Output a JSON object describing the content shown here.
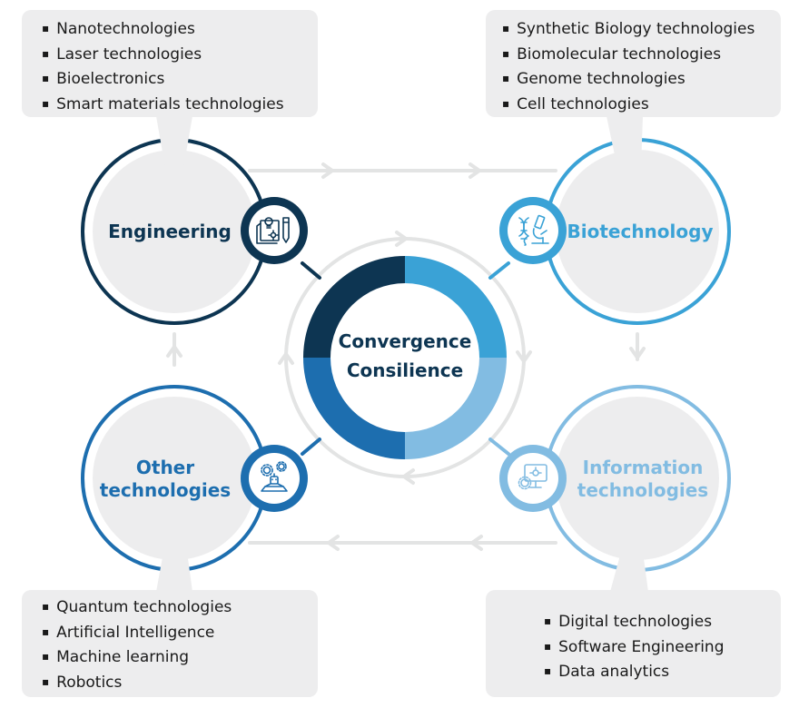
{
  "center": {
    "line1": "Convergence",
    "line2": "Consilience"
  },
  "nodes": {
    "engineering": {
      "label": "Engineering",
      "color": "#0d3552",
      "icon": "engineering-blueprint-icon"
    },
    "biotechnology": {
      "label": "Biotechnology",
      "color": "#3aa2d6",
      "icon": "dna-microscope-icon"
    },
    "other": {
      "line1": "Other",
      "line2": "technologies",
      "color": "#1d6eaf",
      "icon": "robot-gears-icon"
    },
    "information": {
      "line1": "Information",
      "line2": "technologies",
      "color": "#82bce2",
      "icon": "computer-gears-icon"
    }
  },
  "lists": {
    "engineering": [
      "Nanotechnologies",
      "Laser technologies",
      "Bioelectronics",
      "Smart materials technologies"
    ],
    "biotechnology": [
      "Synthetic Biology technologies",
      "Biomolecular technologies",
      "Genome technologies",
      "Cell technologies"
    ],
    "other": [
      "Quantum technologies",
      "Artificial Intelligence",
      "Machine learning",
      "Robotics"
    ],
    "information": [
      "Digital technologies",
      "Software Engineering",
      "Data analytics"
    ]
  },
  "colors": {
    "navy": "#0d3552",
    "cyan": "#3aa2d6",
    "blue": "#1d6eaf",
    "lightblue": "#82bce2",
    "panel": "#ededee",
    "connector": "#e3e4e4"
  }
}
